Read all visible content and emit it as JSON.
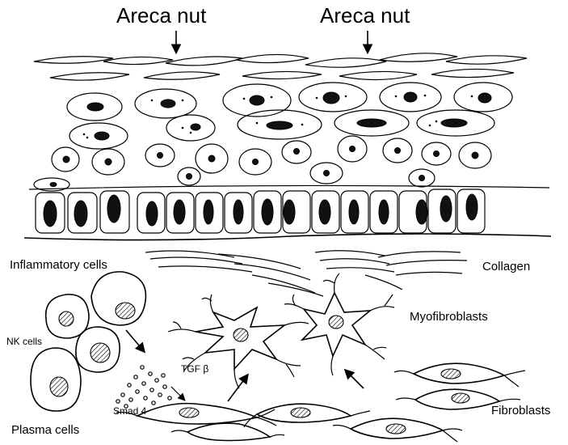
{
  "labels": {
    "areca_nut_left": "Areca nut",
    "areca_nut_right": "Areca nut",
    "inflammatory_cells": "Inflammatory cells",
    "collagen": "Collagen",
    "myofibroblasts": "Myofibroblasts",
    "nk_cells": "NK cells",
    "tgf_beta": "TGF β",
    "smad4": "Smad 4",
    "plasma_cells": "Plasma cells",
    "fibroblasts": "Fibroblasts"
  }
}
